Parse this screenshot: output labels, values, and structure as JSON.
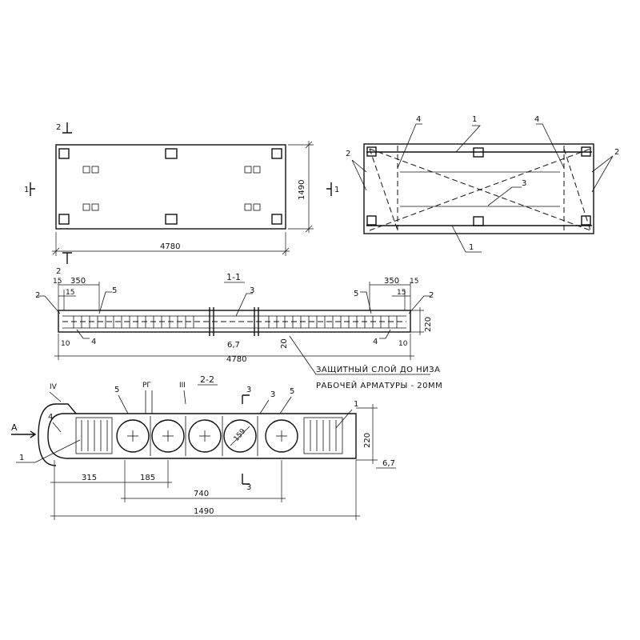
{
  "plan": {
    "length": "4780",
    "width": "1490",
    "cut_1": "1",
    "cut_2": "2"
  },
  "reinforcement_plan": {
    "pos_1": "1",
    "pos_2": "2",
    "pos_3": "3",
    "pos_4": "4"
  },
  "section_1_1": {
    "title": "1-1",
    "dim_15": "15",
    "dim_350": "350",
    "dim_15b": "15",
    "dim_10": "10",
    "height": "220",
    "length": "4780",
    "mark_67": "6,7",
    "mark_20": "20",
    "pos_2": "2",
    "pos_3": "3",
    "pos_4": "4",
    "pos_5": "5",
    "note_line1": "ЗАЩИТНЫЙ СЛОЙ ДО НИЗА",
    "note_line2": "РАБОЧЕЙ АРМАТУРЫ - 20ММ"
  },
  "section_2_2": {
    "title": "2-2",
    "view_a": "А",
    "roman_iv": "IV",
    "roman_iii": "III",
    "rg": "РГ",
    "pos_1": "1",
    "pos_3": "3",
    "pos_4": "4",
    "pos_5": "5",
    "cut_3": "3",
    "hole_dia": "159",
    "height": "220",
    "mark_67": "6,7",
    "dim_315": "315",
    "dim_185": "185",
    "dim_740": "740",
    "dim_1490": "1490"
  }
}
